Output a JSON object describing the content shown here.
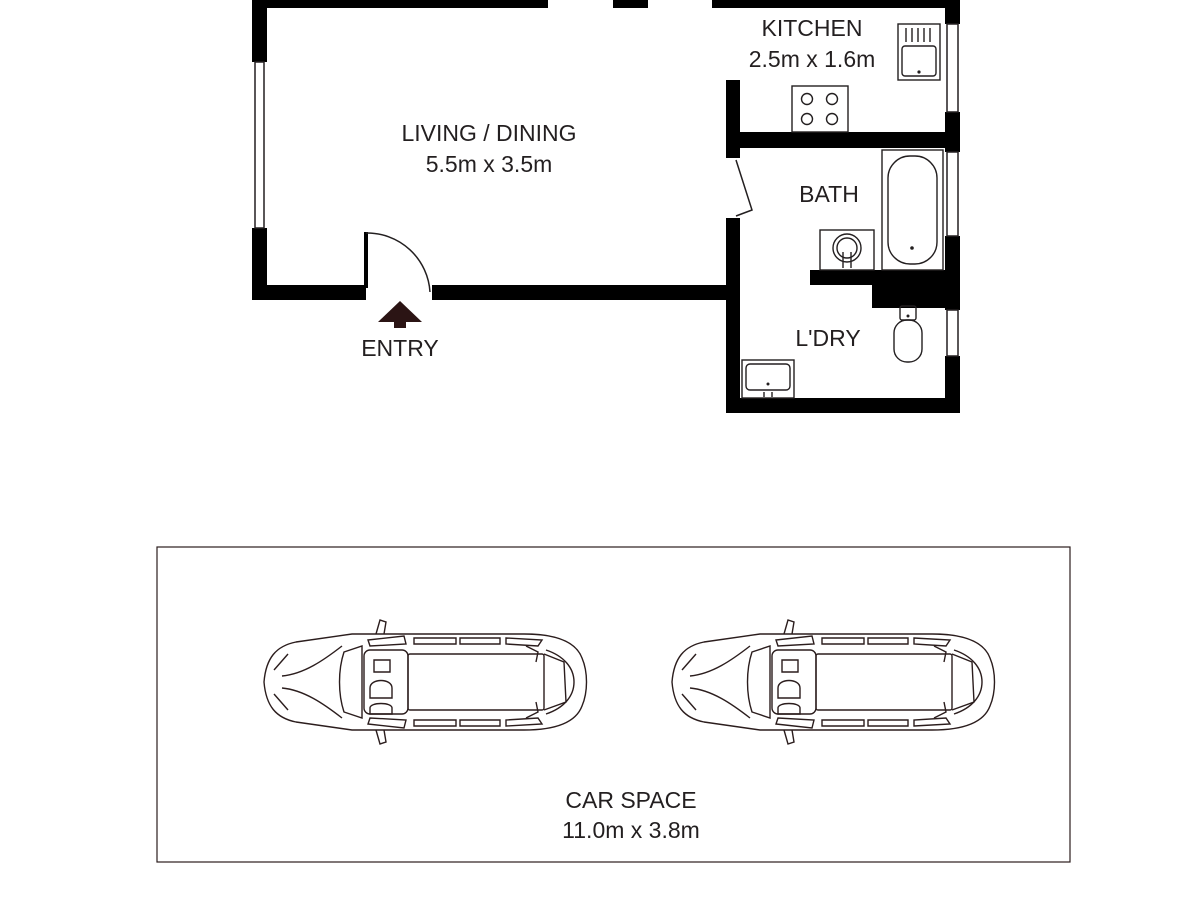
{
  "rooms": {
    "kitchen": {
      "name": "KITCHEN",
      "dims": "2.5m x 1.6m"
    },
    "living": {
      "name": "LIVING / DINING",
      "dims": "5.5m x 3.5m"
    },
    "bath": {
      "name": "BATH"
    },
    "laundry": {
      "name": "L'DRY"
    },
    "entry": {
      "name": "ENTRY"
    },
    "car_space": {
      "name": "CAR SPACE",
      "dims": "11.0m x 3.8m"
    }
  },
  "colors": {
    "wall": "#000000",
    "line": "#231f20",
    "arrow": "#2b1414"
  }
}
